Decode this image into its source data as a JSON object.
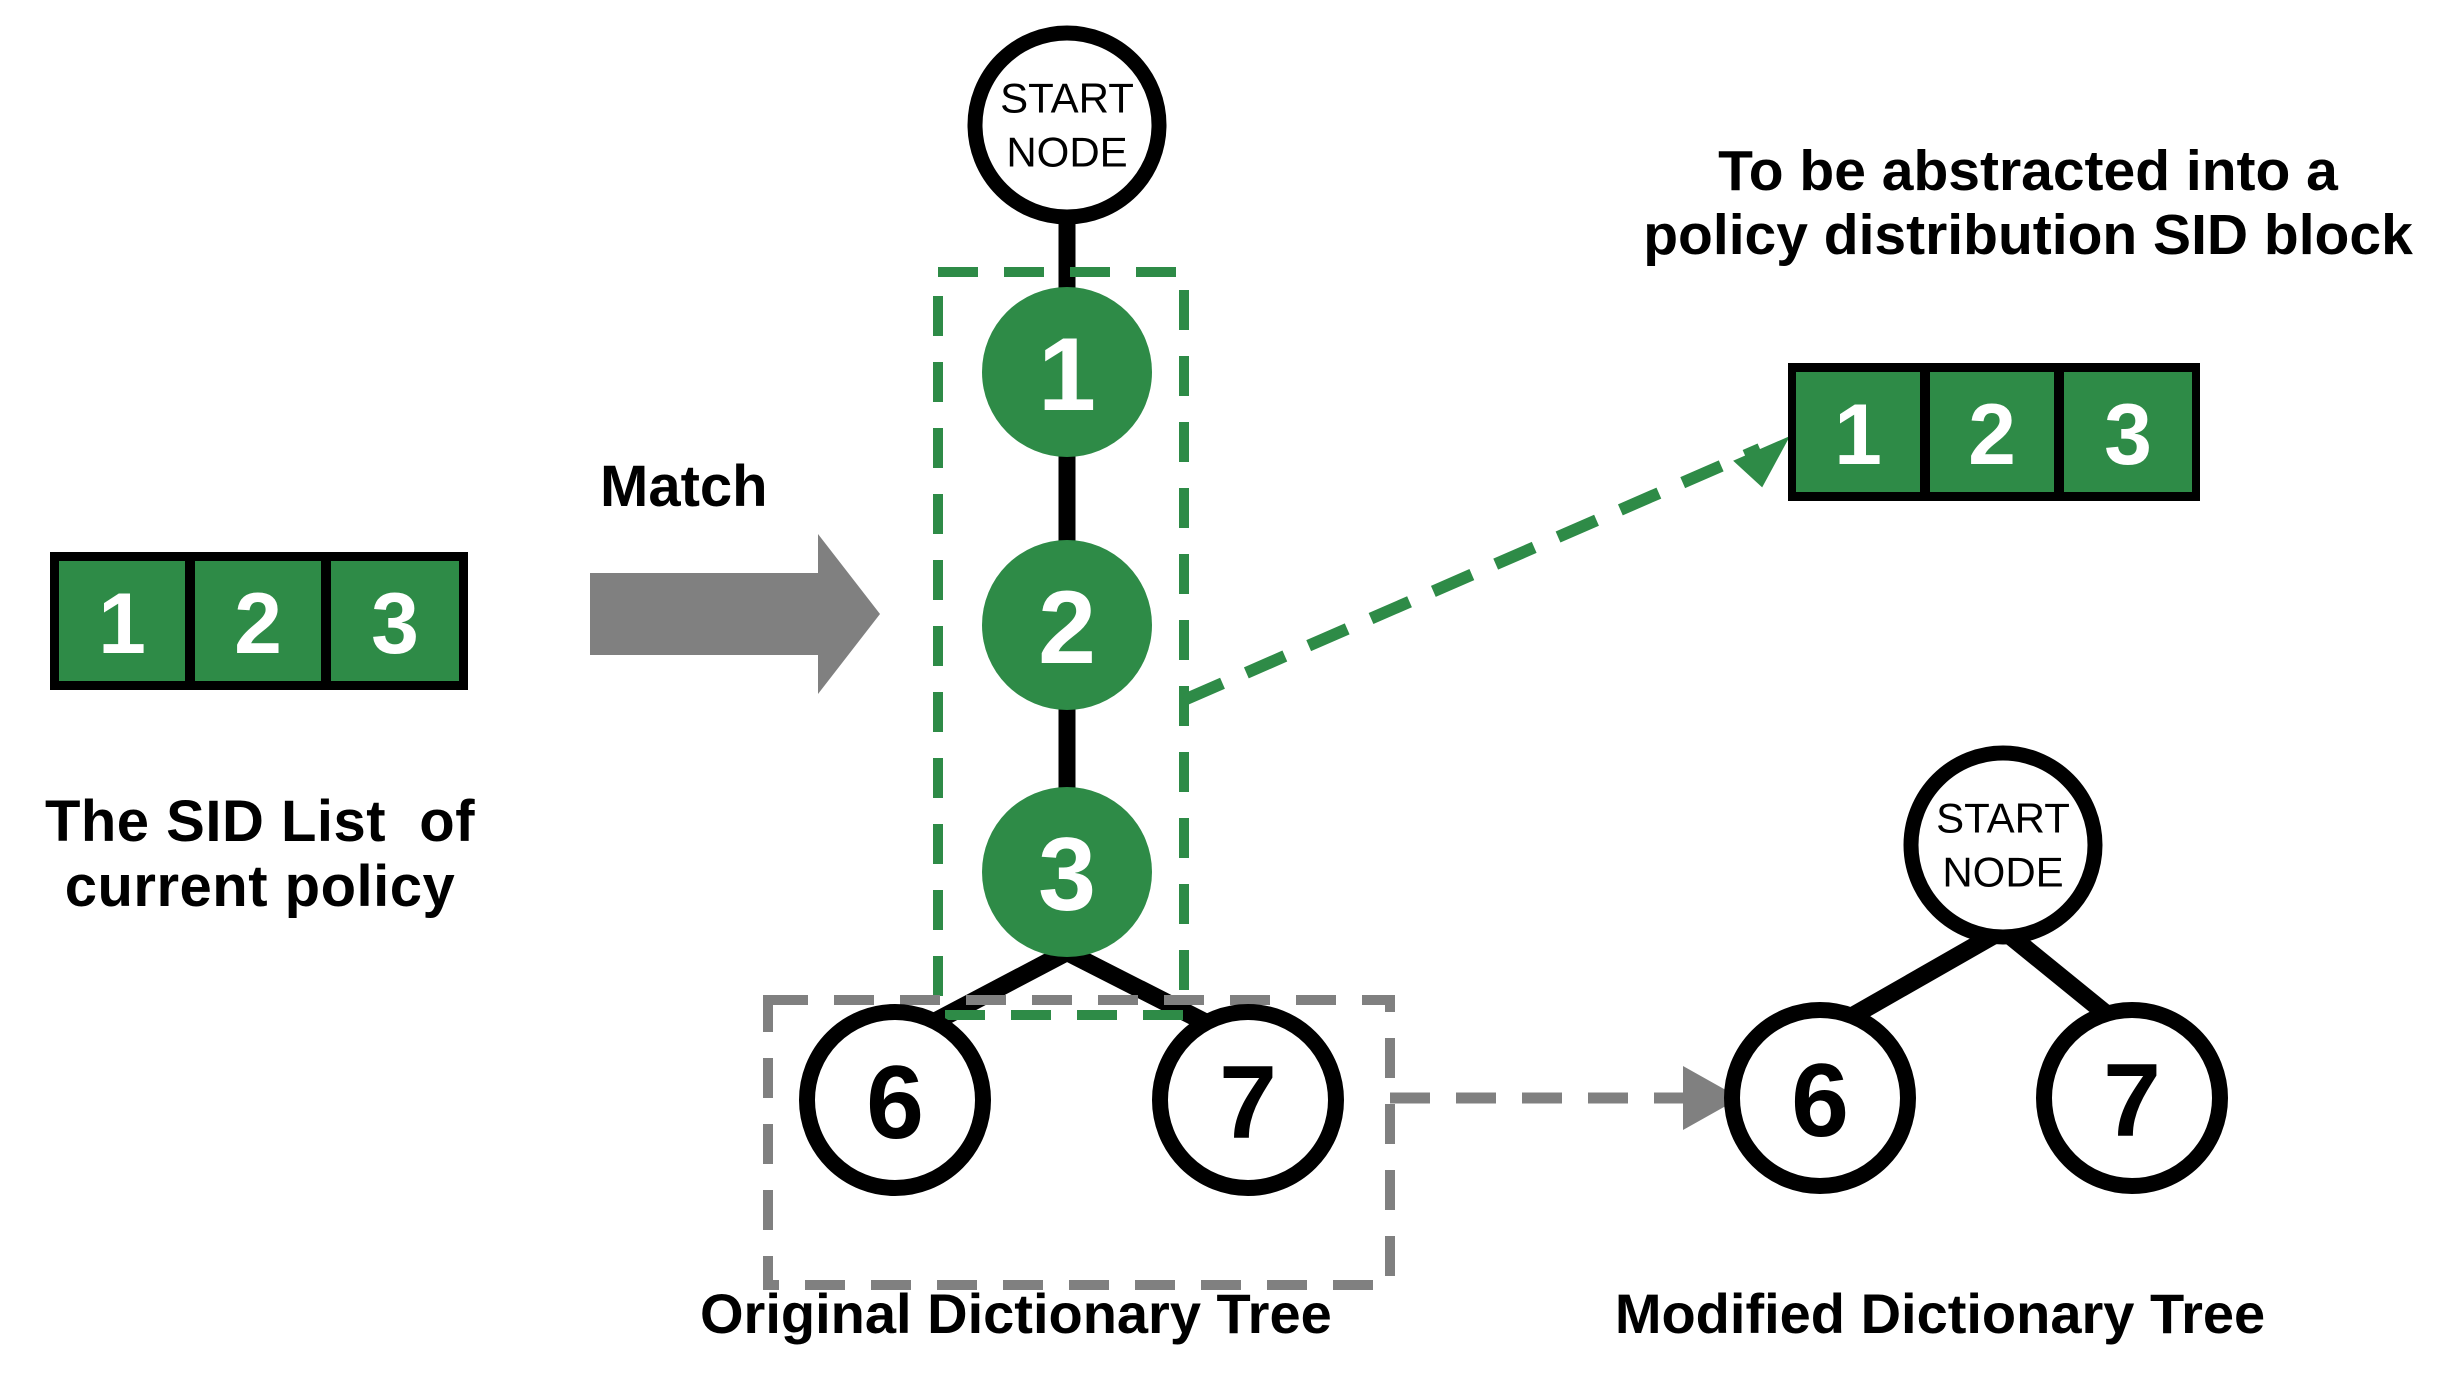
{
  "diagram": {
    "title_note": {
      "line1": "To be abstracted into a",
      "line2": "policy distribution SID block"
    },
    "left_caption": {
      "line1": "The SID List  of",
      "line2": "current policy"
    },
    "match_label": "Match",
    "original_tree_caption": "Original Dictionary Tree",
    "modified_tree_caption": "Modified Dictionary Tree",
    "sid_list_left": {
      "name": "The SID List of current policy",
      "cells": [
        "1",
        "2",
        "3"
      ]
    },
    "sid_block_right": {
      "name": "policy distribution SID block",
      "cells": [
        "1",
        "2",
        "3"
      ]
    },
    "original_tree": {
      "start_node": {
        "line1": "START",
        "line2": "NODE"
      },
      "matched_chain": [
        "1",
        "2",
        "3"
      ],
      "children": [
        "6",
        "7"
      ]
    },
    "modified_tree": {
      "start_node": {
        "line1": "START",
        "line2": "NODE"
      },
      "children": [
        "6",
        "7"
      ]
    },
    "colors": {
      "green": "#2E8B47",
      "green_dash": "#2E8B47",
      "gray": "#808080",
      "black": "#000000",
      "white": "#FFFFFF"
    }
  }
}
